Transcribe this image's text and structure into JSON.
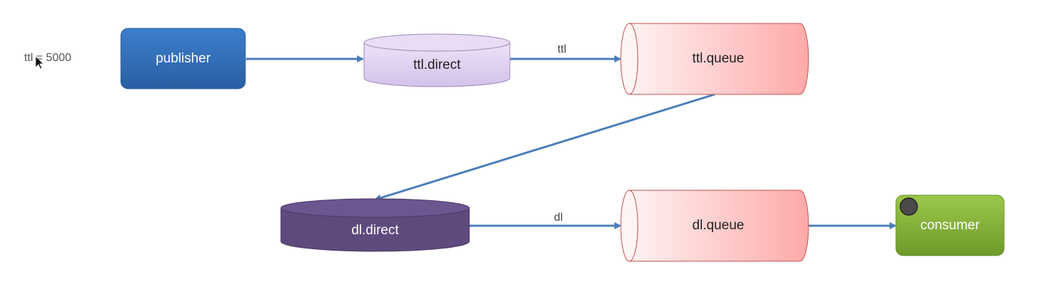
{
  "ttl_setting": "ttl = 5000",
  "nodes": {
    "publisher": "publisher",
    "ttl_direct": "ttl.direct",
    "ttl_queue": "ttl.queue",
    "dl_direct": "dl.direct",
    "dl_queue": "dl.queue",
    "consumer": "consumer"
  },
  "edges": {
    "ttl_routing_key": "ttl",
    "dl_routing_key": "dl"
  },
  "colors": {
    "publisher": "#2E6FB8",
    "ttl_direct": "#DCCCEF",
    "queue": "#FFC4C4",
    "queue_border": "#C0504D",
    "dl_direct": "#5F4A7E",
    "consumer": "#86B43A",
    "arrow": "#4A7EBB"
  }
}
